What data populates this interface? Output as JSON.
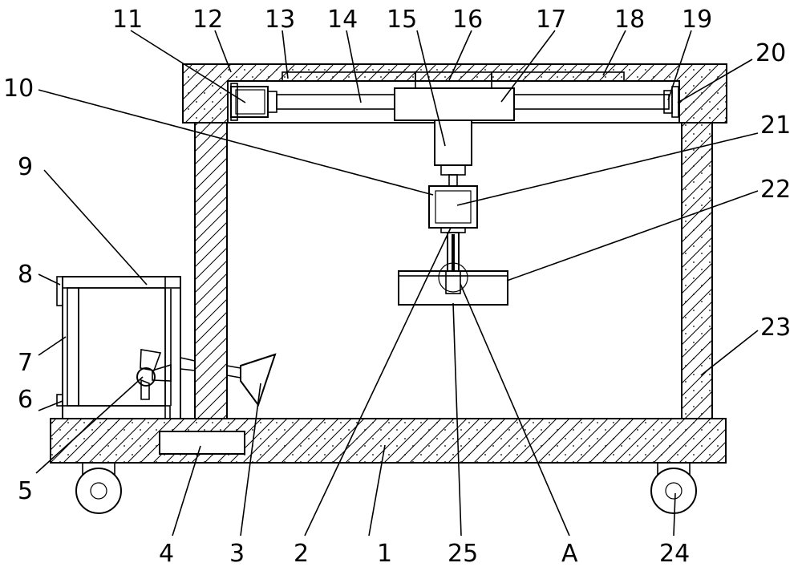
{
  "labels": {
    "l1": "1",
    "l2": "2",
    "l3": "3",
    "l4": "4",
    "l5": "5",
    "l6": "6",
    "l7": "7",
    "l8": "8",
    "l9": "9",
    "l10": "10",
    "l11": "11",
    "l12": "12",
    "l13": "13",
    "l14": "14",
    "l15": "15",
    "l16": "16",
    "l17": "17",
    "l18": "18",
    "l19": "19",
    "l20": "20",
    "l21": "21",
    "l22": "22",
    "l23": "23",
    "l24": "24",
    "l25": "25",
    "lA": "A"
  }
}
